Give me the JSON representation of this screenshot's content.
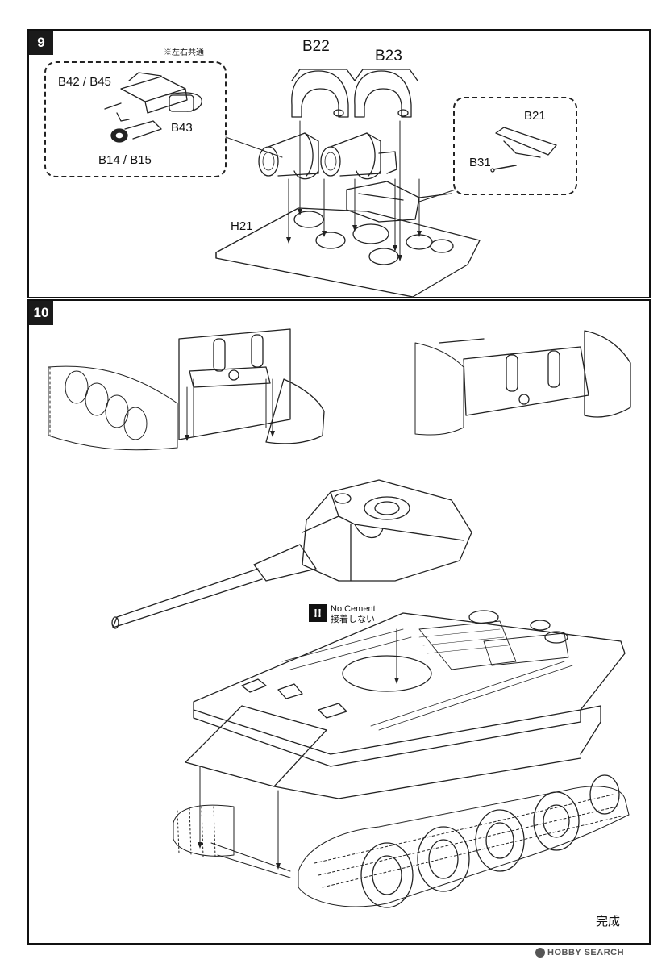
{
  "step9": {
    "number": "9",
    "note": "※左右共通",
    "parts": {
      "b42_b45": "B42 / B45",
      "b43": "B43",
      "b14_b15": "B14 / B15",
      "b22": "B22",
      "b23": "B23",
      "b21": "B21",
      "b31": "B31",
      "h21": "H21"
    }
  },
  "step10": {
    "number": "10",
    "warning": {
      "icon": "!!",
      "title": "No Cement",
      "subtitle": "接着しない"
    },
    "complete": "完成"
  },
  "watermark": "HOBBY SEARCH"
}
